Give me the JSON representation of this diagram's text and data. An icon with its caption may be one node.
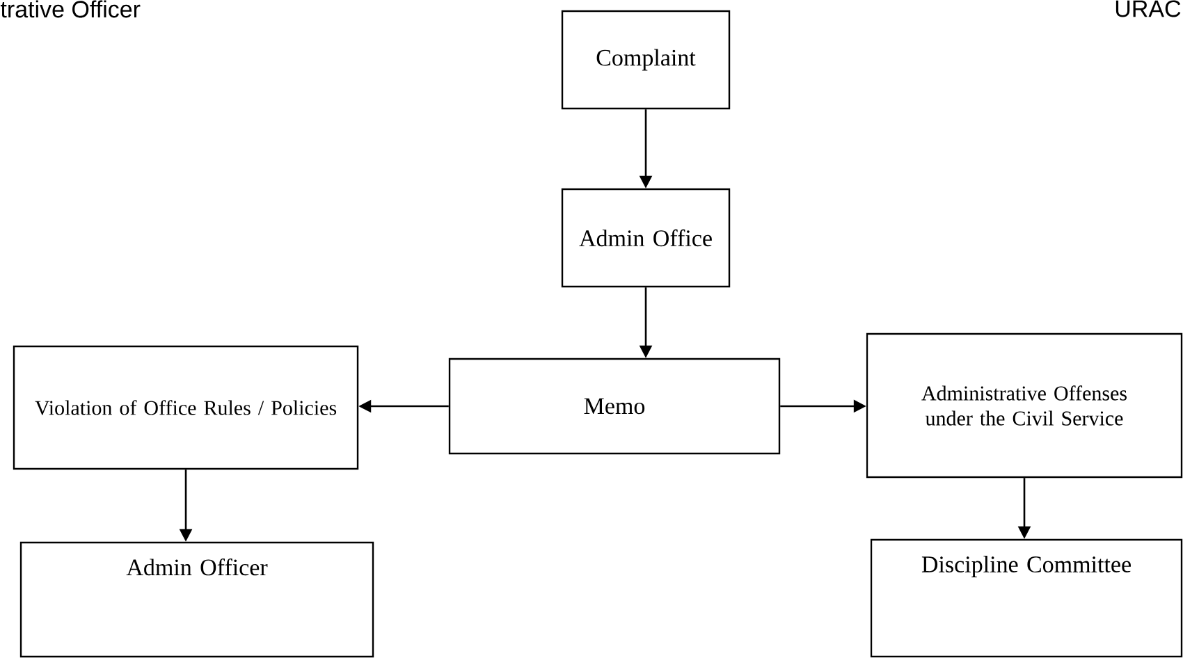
{
  "diagram": {
    "nodes": [
      {
        "text": [
          "Complaint"
        ]
      },
      {
        "text": [
          "Admin Office"
        ]
      },
      {
        "text": [
          "Memo"
        ]
      },
      {
        "text": [
          "Violation of Office Rules / Policies"
        ]
      },
      {
        "text": [
          "Admin Officer"
        ]
      },
      {
        "text": [
          "Administrative Offenses under the Civil Service"
        ]
      },
      {
        "text": [
          "Discipline Committee"
        ]
      }
    ],
    "edges": [
      {
        "from": 0,
        "to": 1,
        "arrow": "to"
      },
      {
        "from": 1,
        "to": 2,
        "arrow": "to"
      },
      {
        "from": 2,
        "to": 3,
        "arrow": "to"
      },
      {
        "from": 2,
        "to": 5,
        "arrow": "to"
      },
      {
        "from": 3,
        "to": 4,
        "arrow": "to"
      },
      {
        "from": 5,
        "to": 6,
        "arrow": "to"
      }
    ],
    "labels": [
      "trative Officer",
      "URAC"
    ]
  }
}
